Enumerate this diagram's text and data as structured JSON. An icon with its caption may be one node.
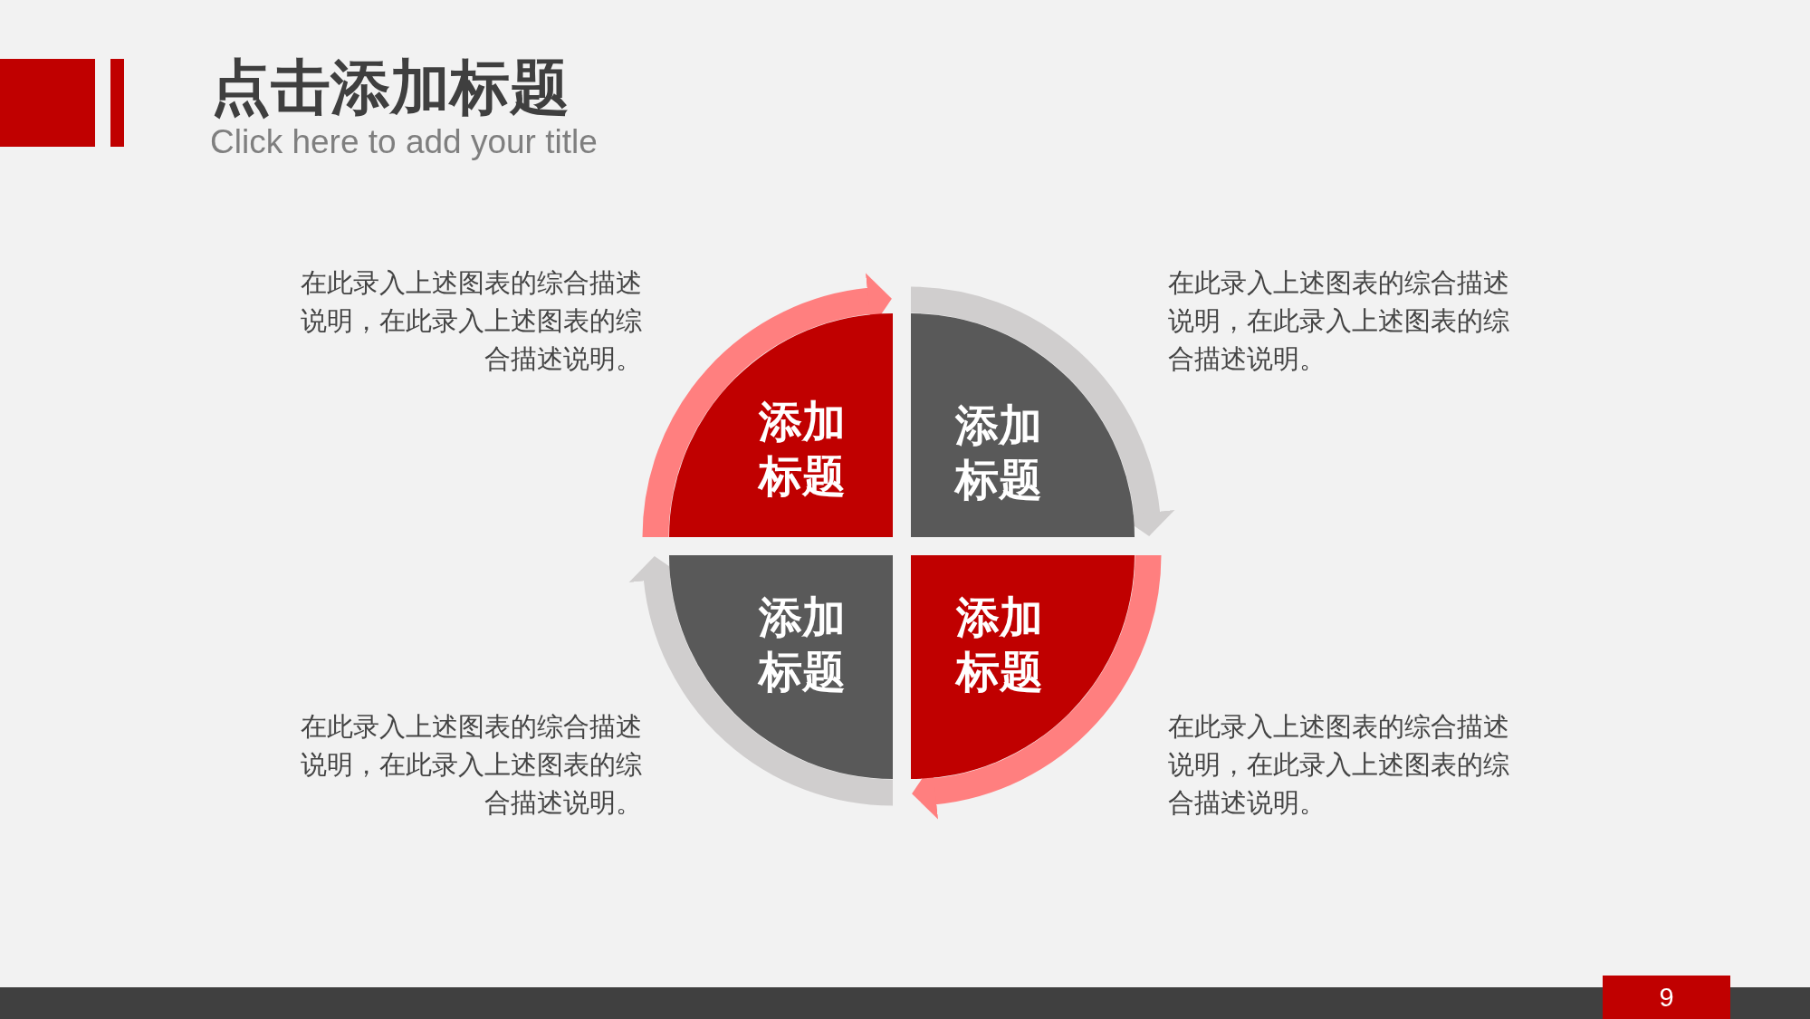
{
  "diagram": {
    "title": "点击添加标题",
    "nodes": [
      {
        "text": [
          "添加标题"
        ],
        "beside": [
          "在此录入上述图表的综合描述说明，在此录入上述图表的综合描述说明。"
        ]
      },
      {
        "text": [
          "添加标题"
        ],
        "beside": [
          "在此录入上述图表的综合描述说明，在此录入上述图表的综合描述说明。"
        ]
      },
      {
        "text": [
          "添加标题"
        ],
        "beside": [
          "在此录入上述图表的综合描述说明，在此录入上述图表的综合描述说明。"
        ]
      },
      {
        "text": [
          "添加标题"
        ],
        "beside": [
          "在此录入上述图表的综合描述说明，在此录入上述图表的综合描述说明。"
        ]
      }
    ],
    "edges": [
      {
        "from": 0,
        "to": 1,
        "arrow": "to",
        "color": "#ff7f7f"
      },
      {
        "from": 1,
        "to": 3,
        "arrow": "to",
        "color": "#d0cece"
      },
      {
        "from": 3,
        "to": 2,
        "arrow": "to",
        "color": "#ff7f7f"
      },
      {
        "from": 2,
        "to": 0,
        "arrow": "to",
        "color": "#d0cece"
      }
    ],
    "labels": [
      "Click here to add your title",
      "9"
    ]
  }
}
